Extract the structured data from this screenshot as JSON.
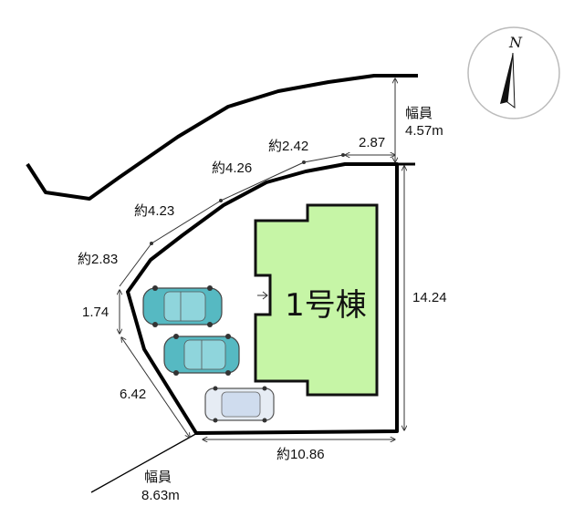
{
  "building_label": "1号棟",
  "compass": {
    "letter": "N",
    "icon": "north-arrow-icon"
  },
  "roads": {
    "north": {
      "label": "幅員",
      "width": "4.57m"
    },
    "southwest": {
      "label": "幅員",
      "width": "8.63m"
    }
  },
  "dimensions": {
    "top_right": "2.87",
    "top_mid": "約2.42",
    "upper_left_1": "約4.26",
    "upper_left_2": "約4.23",
    "upper_left_3": "約2.83",
    "left_short": "1.74",
    "lower_left": "6.42",
    "right": "14.24",
    "bottom": "約10.86"
  },
  "colors": {
    "building_fill": "#c6f5a6",
    "building_stroke": "#111111",
    "lot_stroke": "#000000",
    "car_teal": "#56b9c2",
    "car_white": "#e6ecf4"
  },
  "parking": {
    "cars": [
      {
        "icon": "car-teal-icon"
      },
      {
        "icon": "car-teal-icon"
      },
      {
        "icon": "car-white-icon"
      }
    ]
  }
}
